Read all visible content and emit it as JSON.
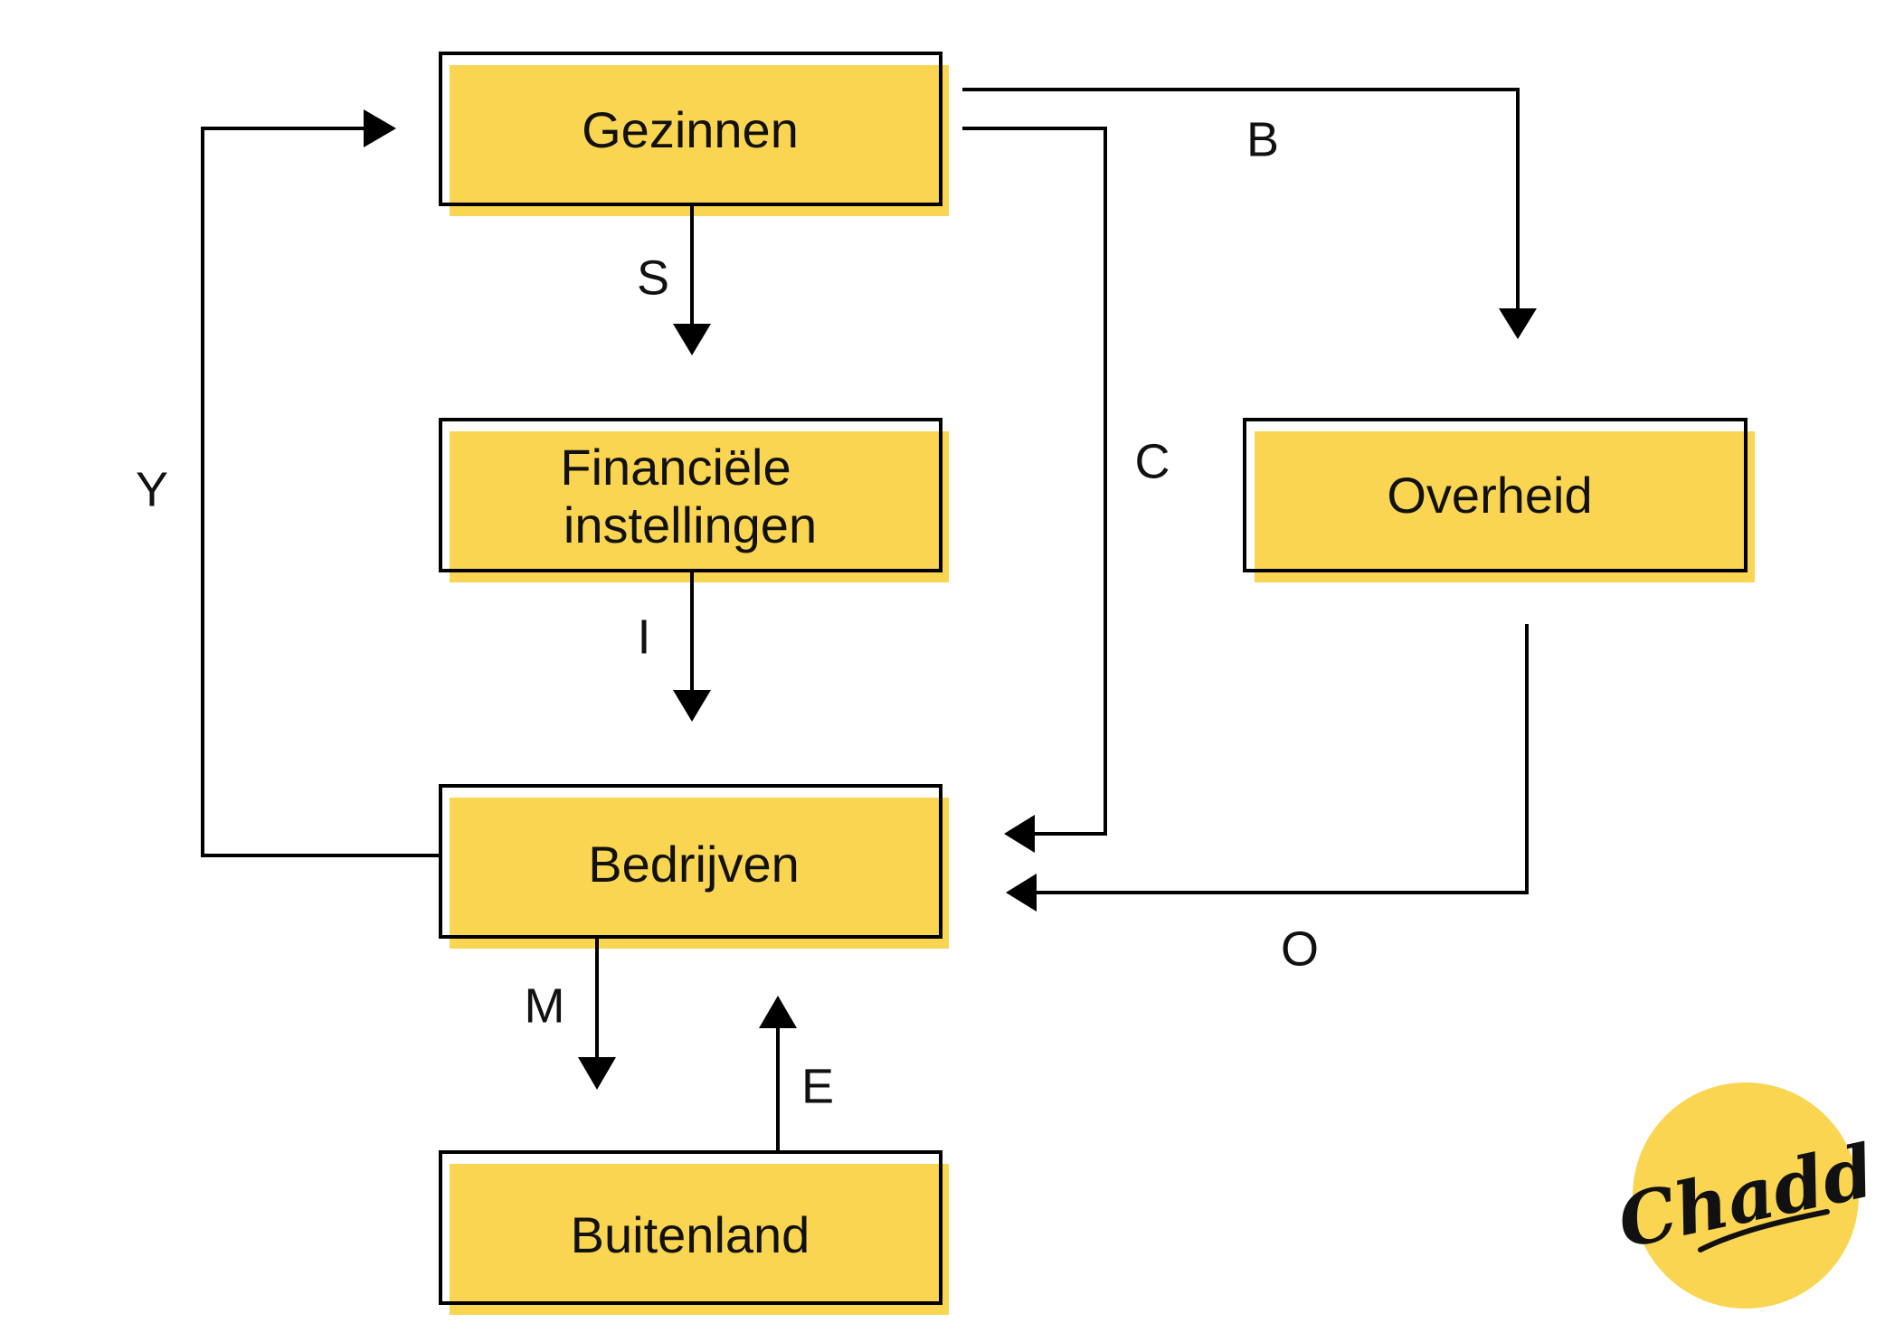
{
  "colors": {
    "box_fill": "#FAD551",
    "line": "#000000",
    "logo_circle": "#FAD551"
  },
  "nodes": {
    "gezinnen": {
      "label": "Gezinnen"
    },
    "financiele": {
      "label_line1": "Financiële",
      "label_line2": "instellingen"
    },
    "overheid": {
      "label": "Overheid"
    },
    "bedrijven": {
      "label": "Bedrijven"
    },
    "buitenland": {
      "label": "Buitenland"
    }
  },
  "flows": {
    "B": "B",
    "S": "S",
    "C": "C",
    "Y": "Y",
    "I": "I",
    "O": "O",
    "M": "M",
    "E": "E"
  },
  "logo": {
    "text": "Chadd"
  }
}
